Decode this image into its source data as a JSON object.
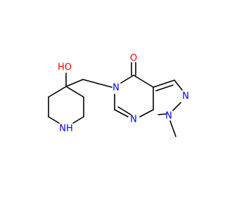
{
  "molecule": {
    "labels": {
      "carbonyl_o": "O",
      "hydroxyl": "HO",
      "n5": "N",
      "n2": "N",
      "n1": "N",
      "n7": "N",
      "piperidine_nh": "NH"
    },
    "colors": {
      "oxygen": "#ff0000",
      "nitrogen": "#0000ff",
      "bond": "#000000"
    }
  }
}
